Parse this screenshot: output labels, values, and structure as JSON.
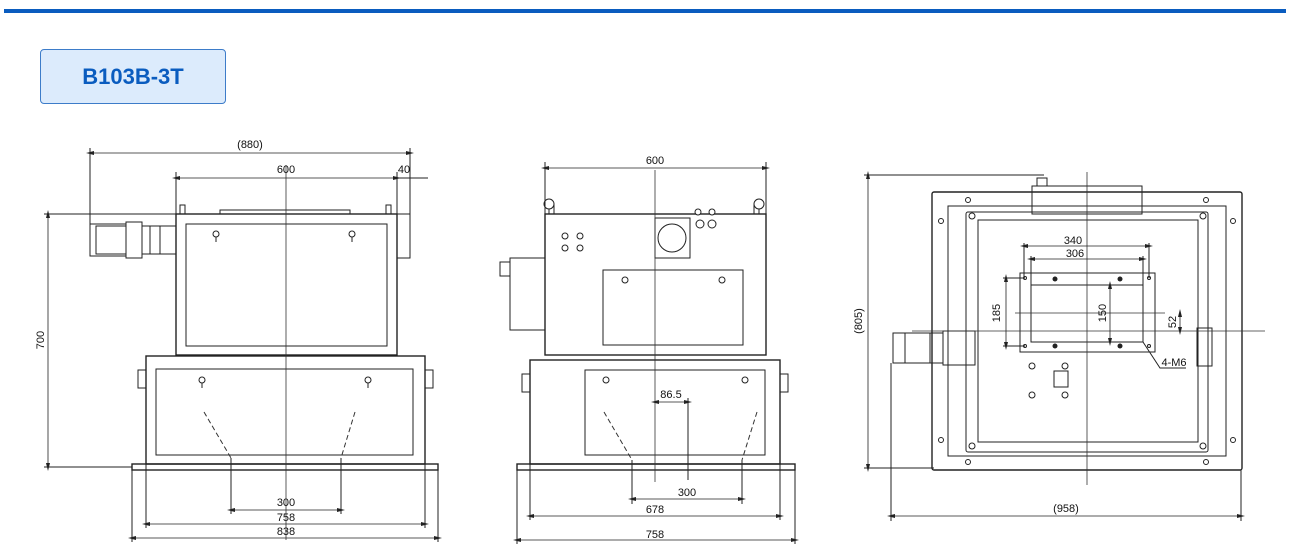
{
  "header": {
    "model_title": "B103B-3T",
    "accent_color": "#0a5cbf"
  },
  "front_view": {
    "dims": {
      "overall_width": "(880)",
      "body_width": "600",
      "offset": "40",
      "height": "700",
      "slot_spacing": "300",
      "base_inner": "758",
      "base_outer": "838"
    }
  },
  "side_view": {
    "dims": {
      "body_width": "600",
      "offset": "86.5",
      "slot_spacing": "300",
      "base_inner": "678",
      "base_outer": "758"
    }
  },
  "top_view": {
    "dims": {
      "overall_depth": "(805)",
      "overall_width": "(958)",
      "outer_hole_span": "340",
      "inner_width": "306",
      "hole_span_v": "185",
      "inner_height": "150",
      "center_offset": "52",
      "thread_callout": "4-M6"
    }
  }
}
